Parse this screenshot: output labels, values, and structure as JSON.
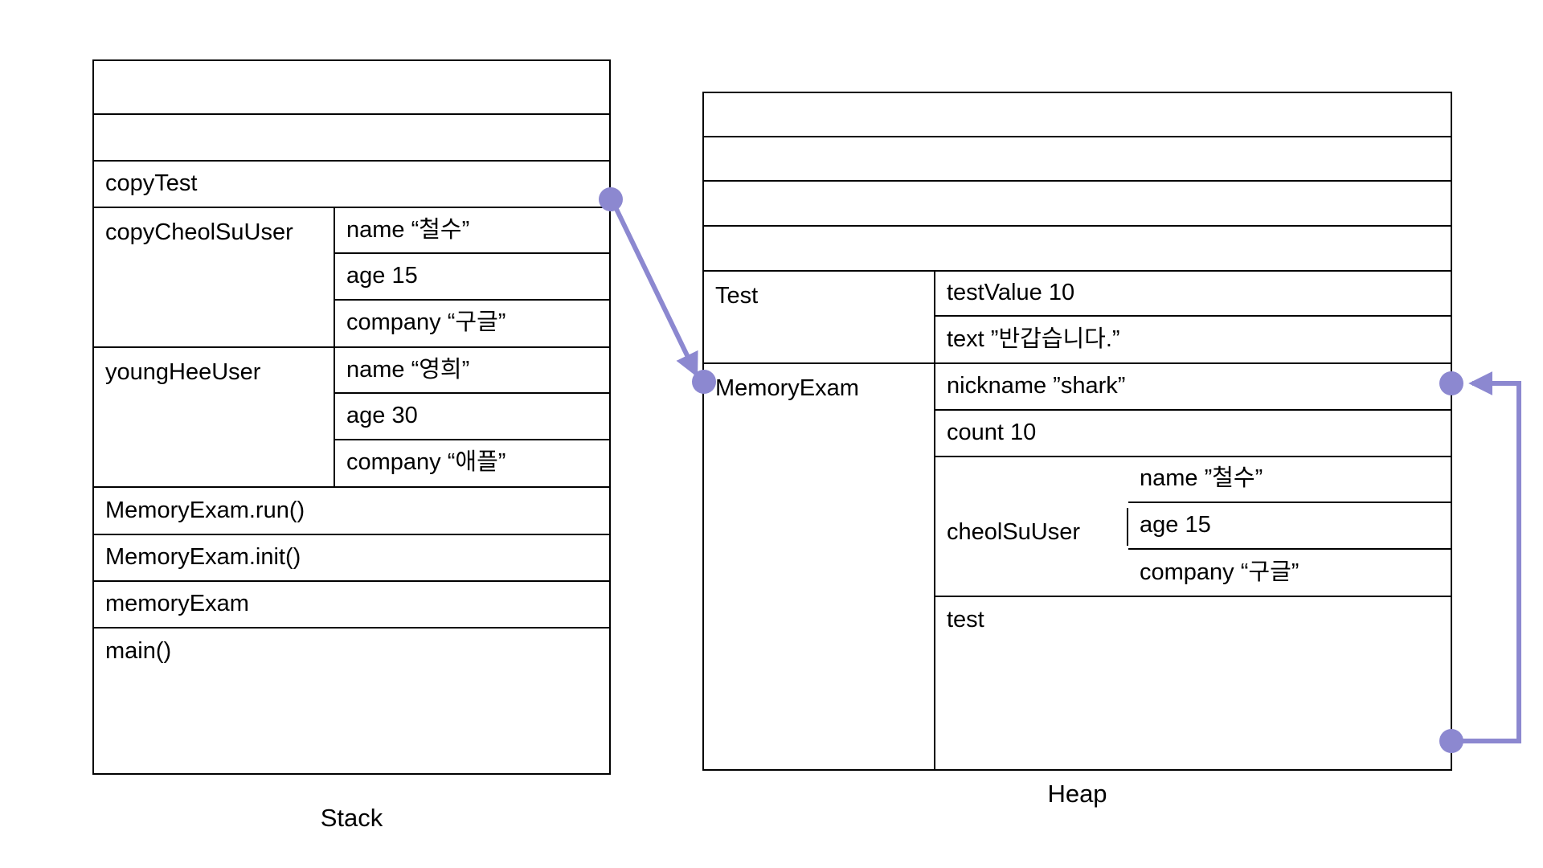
{
  "accent_color": "#8c88d0",
  "line_color": "#000000",
  "stack": {
    "caption": "Stack",
    "rows": [
      {
        "kind": "empty",
        "label": ""
      },
      {
        "kind": "empty",
        "label": ""
      },
      {
        "kind": "simple",
        "label": "copyTest",
        "has_pointer": true
      },
      {
        "kind": "object",
        "label": "copyCheolSuUser",
        "fields": [
          "name “철수”",
          "age 15",
          "company “구글”"
        ]
      },
      {
        "kind": "object",
        "label": "youngHeeUser",
        "fields": [
          "name “영희”",
          "age 30",
          "company “애플”"
        ]
      },
      {
        "kind": "simple",
        "label": "MemoryExam.run()"
      },
      {
        "kind": "simple",
        "label": "MemoryExam.init()"
      },
      {
        "kind": "simple",
        "label": "memoryExam"
      },
      {
        "kind": "simple",
        "label": "main()"
      }
    ]
  },
  "heap": {
    "caption": "Heap",
    "rows": [
      {
        "kind": "empty",
        "label": ""
      },
      {
        "kind": "empty",
        "label": ""
      },
      {
        "kind": "empty",
        "label": ""
      },
      {
        "kind": "empty",
        "label": ""
      },
      {
        "kind": "object",
        "label": "Test",
        "fields": [
          "testValue 10",
          "text ”반갑습니다.”"
        ],
        "has_pointer": true
      },
      {
        "kind": "object",
        "label": "MemoryExam",
        "fields": [
          "nickname ”shark”",
          "count 10"
        ],
        "nested": {
          "label": "cheolSuUser",
          "fields": [
            "name ”철수”",
            "age 15",
            "company “구글”"
          ]
        },
        "tail_field": "test",
        "tail_has_pointer": true
      }
    ]
  },
  "connectors": [
    {
      "name": "copytest-to-test-object",
      "from": "stack copyTest",
      "to": "heap Test",
      "style": "diagonal-arrow"
    },
    {
      "name": "memoryexam-test-to-test-object",
      "from": "heap MemoryExam.test",
      "to": "heap Test",
      "style": "right-loop-arrow"
    }
  ]
}
